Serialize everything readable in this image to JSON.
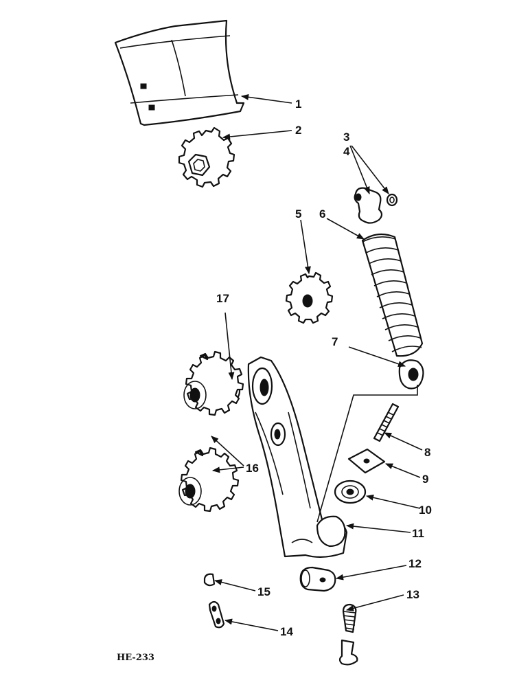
{
  "diagram": {
    "code": "HE-233",
    "parts": [
      {
        "num": "1"
      },
      {
        "num": "2"
      },
      {
        "num": "3"
      },
      {
        "num": "4"
      },
      {
        "num": "5"
      },
      {
        "num": "6"
      },
      {
        "num": "7"
      },
      {
        "num": "8"
      },
      {
        "num": "9"
      },
      {
        "num": "10"
      },
      {
        "num": "11"
      },
      {
        "num": "12"
      },
      {
        "num": "13"
      },
      {
        "num": "14"
      },
      {
        "num": "15"
      },
      {
        "num": "16"
      },
      {
        "num": "17"
      }
    ]
  }
}
